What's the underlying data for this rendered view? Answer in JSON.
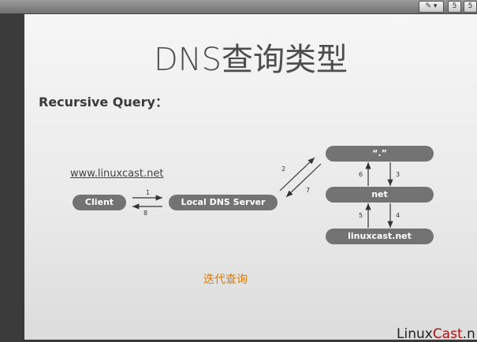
{
  "slide": {
    "title": "DNS查询类型",
    "subtitle": "Recursive Query：",
    "url": "www.linuxcast.net",
    "nodes": {
      "client": "Client",
      "local_dns": "Local DNS Server",
      "root": "“.”",
      "net": "net",
      "linuxcast": "linuxcast.net"
    },
    "arrow_labels": {
      "a1": "1",
      "a8": "8",
      "a2": "2",
      "a7": "7",
      "a6": "6",
      "a3": "3",
      "a5": "5",
      "a4": "4"
    },
    "note": "迭代查询",
    "logo_main": "Linux",
    "logo_accent": "Cast",
    "logo_tail": ".n"
  },
  "toolbar": {
    "btn1": "✎ ▾",
    "btn2": "5",
    "btn3": "5"
  }
}
